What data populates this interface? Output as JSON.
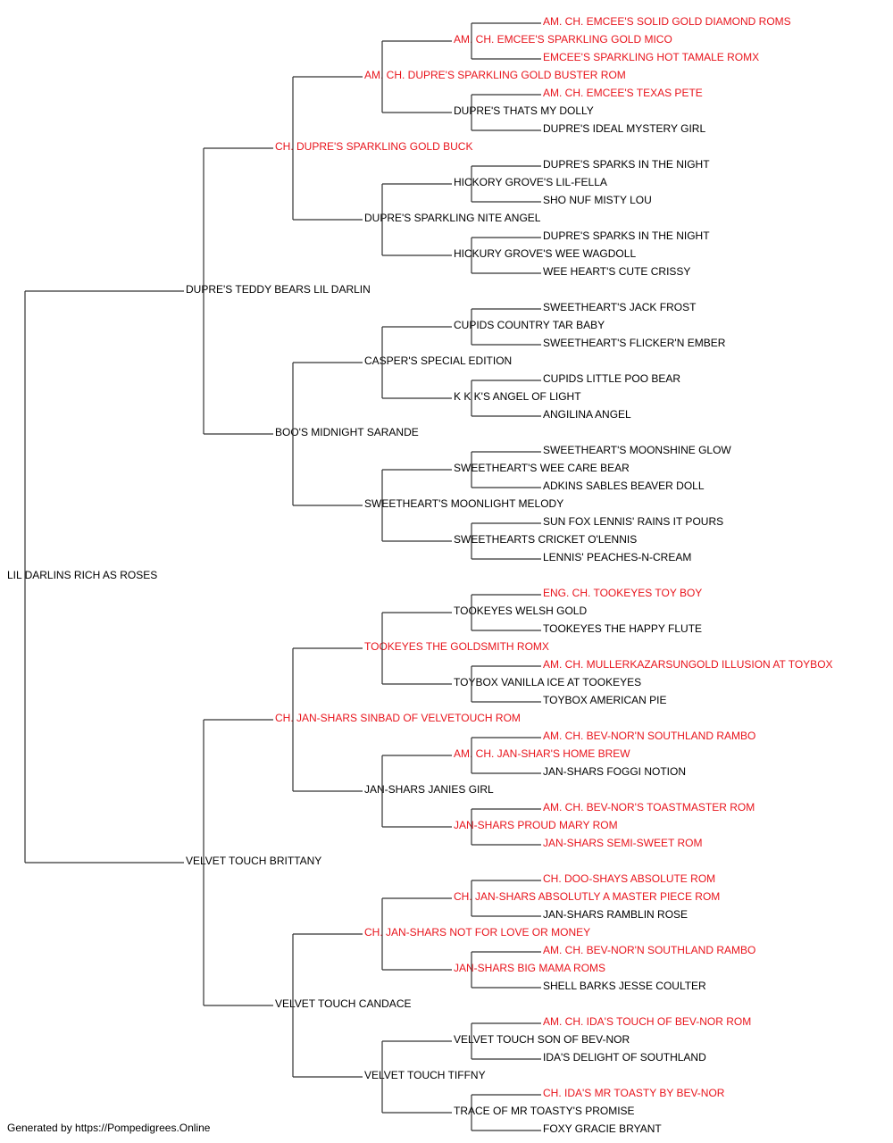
{
  "colors": {
    "champion": "#e8141c",
    "normal": "#000000",
    "line": "#333333"
  },
  "pedigree": {
    "name": "LIL DARLINS RICH AS ROSES",
    "ch": false,
    "sire": {
      "name": "DUPRE'S TEDDY BEARS LIL DARLIN",
      "ch": false,
      "sire": {
        "name": "CH. DUPRE'S SPARKLING GOLD BUCK",
        "ch": true,
        "sire": {
          "name": "AM. CH. DUPRE'S SPARKLING GOLD BUSTER ROM",
          "ch": true,
          "sire": {
            "name": "AM. CH. EMCEE'S SPARKLING GOLD MICO",
            "ch": true,
            "sire": {
              "name": "AM. CH. EMCEE'S SOLID GOLD DIAMOND ROMS",
              "ch": true
            },
            "dam": {
              "name": "EMCEE'S SPARKLING HOT TAMALE ROMX",
              "ch": true
            }
          },
          "dam": {
            "name": "DUPRE'S THATS MY DOLLY",
            "ch": false,
            "sire": {
              "name": "AM. CH. EMCEE'S TEXAS PETE",
              "ch": true
            },
            "dam": {
              "name": "DUPRE'S IDEAL MYSTERY GIRL",
              "ch": false
            }
          }
        },
        "dam": {
          "name": "DUPRE'S SPARKLING NITE ANGEL",
          "ch": false,
          "sire": {
            "name": "HICKORY GROVE'S LIL-FELLA",
            "ch": false,
            "sire": {
              "name": "DUPRE'S SPARKS IN THE NIGHT",
              "ch": false
            },
            "dam": {
              "name": "SHO NUF MISTY LOU",
              "ch": false
            }
          },
          "dam": {
            "name": "HICKURY GROVE'S WEE WAGDOLL",
            "ch": false,
            "sire": {
              "name": "DUPRE'S SPARKS IN THE NIGHT",
              "ch": false
            },
            "dam": {
              "name": "WEE HEART'S CUTE CRISSY",
              "ch": false
            }
          }
        }
      },
      "dam": {
        "name": "BOO'S MIDNIGHT SARANDE",
        "ch": false,
        "sire": {
          "name": "CASPER'S SPECIAL EDITION",
          "ch": false,
          "sire": {
            "name": "CUPIDS COUNTRY TAR BABY",
            "ch": false,
            "sire": {
              "name": "SWEETHEART'S JACK FROST",
              "ch": false
            },
            "dam": {
              "name": "SWEETHEART'S FLICKER'N EMBER",
              "ch": false
            }
          },
          "dam": {
            "name": "K K K'S ANGEL OF LIGHT",
            "ch": false,
            "sire": {
              "name": "CUPIDS LITTLE POO BEAR",
              "ch": false
            },
            "dam": {
              "name": "ANGILINA ANGEL",
              "ch": false
            }
          }
        },
        "dam": {
          "name": "SWEETHEART'S MOONLIGHT MELODY",
          "ch": false,
          "sire": {
            "name": "SWEETHEART'S WEE CARE BEAR",
            "ch": false,
            "sire": {
              "name": "SWEETHEART'S MOONSHINE GLOW",
              "ch": false
            },
            "dam": {
              "name": "ADKINS SABLES BEAVER DOLL",
              "ch": false
            }
          },
          "dam": {
            "name": "SWEETHEARTS CRICKET O'LENNIS",
            "ch": false,
            "sire": {
              "name": "SUN FOX LENNIS' RAINS IT POURS",
              "ch": false
            },
            "dam": {
              "name": "LENNIS' PEACHES-N-CREAM",
              "ch": false
            }
          }
        }
      }
    },
    "dam": {
      "name": "VELVET TOUCH BRITTANY",
      "ch": false,
      "sire": {
        "name": "CH. JAN-SHARS SINBAD OF VELVETOUCH ROM",
        "ch": true,
        "sire": {
          "name": "TOOKEYES THE GOLDSMITH ROMX",
          "ch": true,
          "sire": {
            "name": "TOOKEYES WELSH GOLD",
            "ch": false,
            "sire": {
              "name": "ENG. CH. TOOKEYES TOY BOY",
              "ch": true
            },
            "dam": {
              "name": "TOOKEYES THE HAPPY FLUTE",
              "ch": false
            }
          },
          "dam": {
            "name": "TOYBOX VANILLA ICE AT TOOKEYES",
            "ch": false,
            "sire": {
              "name": "AM. CH. MULLERKAZARSUNGOLD ILLUSION AT TOYBOX",
              "ch": true
            },
            "dam": {
              "name": "TOYBOX AMERICAN PIE",
              "ch": false
            }
          }
        },
        "dam": {
          "name": "JAN-SHARS JANIES GIRL",
          "ch": false,
          "sire": {
            "name": "AM. CH. JAN-SHAR'S HOME BREW",
            "ch": true,
            "sire": {
              "name": "AM. CH. BEV-NOR'N SOUTHLAND RAMBO",
              "ch": true
            },
            "dam": {
              "name": "JAN-SHARS FOGGI NOTION",
              "ch": false
            }
          },
          "dam": {
            "name": "JAN-SHARS PROUD MARY ROM",
            "ch": true,
            "sire": {
              "name": "AM. CH. BEV-NOR'S TOASTMASTER ROM",
              "ch": true
            },
            "dam": {
              "name": "JAN-SHARS SEMI-SWEET ROM",
              "ch": true
            }
          }
        }
      },
      "dam": {
        "name": "VELVET TOUCH CANDACE",
        "ch": false,
        "sire": {
          "name": "CH. JAN-SHARS NOT FOR LOVE OR MONEY",
          "ch": true,
          "sire": {
            "name": "CH. JAN-SHARS ABSOLUTLY A MASTER PIECE ROM",
            "ch": true,
            "sire": {
              "name": "CH. DOO-SHAYS ABSOLUTE ROM",
              "ch": true
            },
            "dam": {
              "name": "JAN-SHARS RAMBLIN ROSE",
              "ch": false
            }
          },
          "dam": {
            "name": "JAN-SHARS BIG MAMA ROMS",
            "ch": true,
            "sire": {
              "name": "AM. CH. BEV-NOR'N SOUTHLAND RAMBO",
              "ch": true
            },
            "dam": {
              "name": "SHELL BARKS JESSE COULTER",
              "ch": false
            }
          }
        },
        "dam": {
          "name": "VELVET TOUCH TIFFNY",
          "ch": false,
          "sire": {
            "name": "VELVET TOUCH SON OF BEV-NOR",
            "ch": false,
            "sire": {
              "name": "AM. CH. IDA'S TOUCH OF BEV-NOR ROM",
              "ch": true
            },
            "dam": {
              "name": "IDA'S DELIGHT OF SOUTHLAND",
              "ch": false
            }
          },
          "dam": {
            "name": "TRACE OF MR TOASTY'S PROMISE",
            "ch": false,
            "sire": {
              "name": "CH. IDA'S MR TOASTY BY BEV-NOR",
              "ch": true
            },
            "dam": {
              "name": "FOXY GRACIE BRYANT",
              "ch": false
            }
          }
        }
      }
    }
  },
  "footer": "Generated by https://Pompedigrees.Online"
}
